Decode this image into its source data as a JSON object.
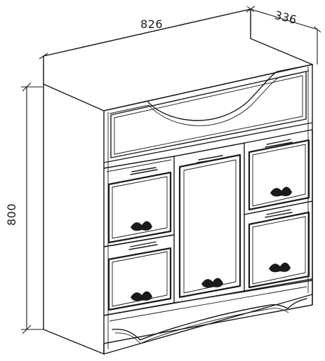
{
  "dimensions": {
    "width": "826",
    "depth": "336",
    "height": "800"
  },
  "colors": {
    "line": "#1a1a1a",
    "background": "#ffffff"
  }
}
